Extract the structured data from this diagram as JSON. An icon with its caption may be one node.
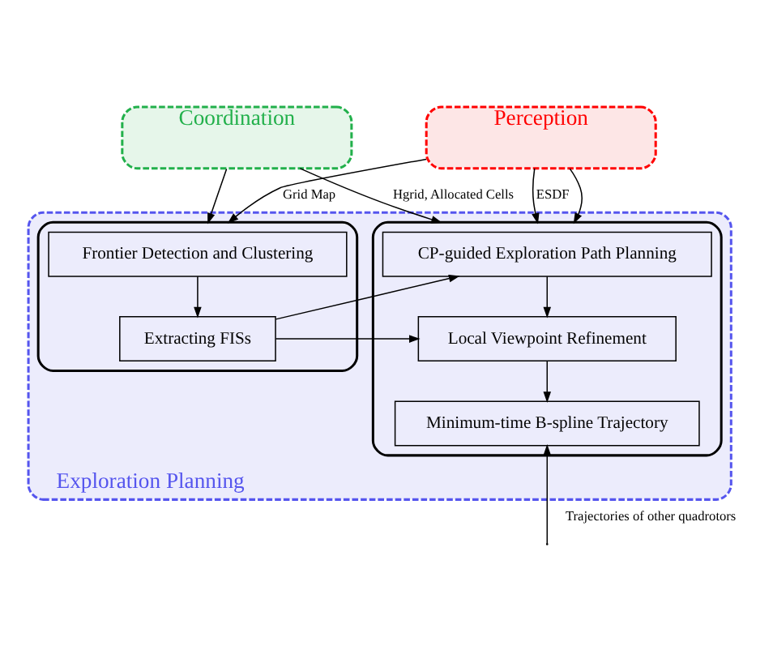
{
  "diagram": {
    "nodes": [
      {
        "text": [
          "Perception"
        ]
      },
      {
        "text": [
          "Coordination"
        ]
      },
      {
        "text": [
          "Exploration Planning"
        ]
      },
      {
        "text": [],
        "shape": "box",
        "in": 2
      },
      {
        "text": [
          "Frontier Detection and Clustering"
        ],
        "in": 3
      },
      {
        "text": [
          "Extracting FISs"
        ],
        "in": 3
      },
      {
        "text": [],
        "shape": "box",
        "in": 2
      },
      {
        "text": [
          "CP-guided Exploration Path Planning"
        ],
        "in": 6
      },
      {
        "text": [
          "Local Viewpoint Refinement"
        ],
        "in": 6
      },
      {
        "text": [
          "Minimum-time B-spline Trajectory"
        ],
        "in": 6
      }
    ],
    "edges": [
      {
        "from": 0,
        "to": 3,
        "arrow": "to",
        "label": "Grid Map"
      },
      {
        "from": 0,
        "to": 6,
        "arrow": "to"
      },
      {
        "from": 0,
        "to": 6,
        "arrow": "to",
        "label": "ESDF"
      },
      {
        "from": 1,
        "to": 3,
        "arrow": "to"
      },
      {
        "from": 1,
        "to": 6,
        "arrow": "to",
        "label": "Hgrid, Allocated Cells"
      },
      {
        "from": 4,
        "to": 5,
        "arrow": "to"
      },
      {
        "from": 5,
        "to": 7,
        "arrow": "to"
      },
      {
        "from": 5,
        "to": 8,
        "arrow": "to"
      },
      {
        "from": 7,
        "to": 8,
        "arrow": "to"
      },
      {
        "from": 8,
        "to": 9,
        "arrow": "to"
      },
      {
        "from": null,
        "to": 9,
        "arrow": "to",
        "label": "Trajectories of other quadrotors"
      }
    ]
  }
}
